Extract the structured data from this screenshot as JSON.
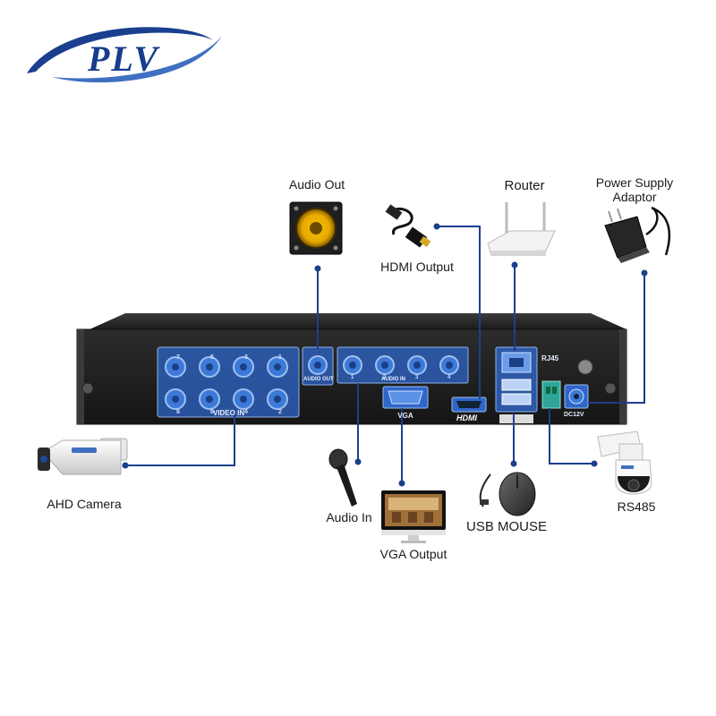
{
  "logo": {
    "text": "PLV"
  },
  "labels": {
    "audio_out": "Audio Out",
    "hdmi_output": "HDMI Output",
    "router": "Router",
    "power_supply_line1": "Power Supply",
    "power_supply_line2": "Adaptor",
    "ahd_camera": "AHD Camera",
    "audio_in": "Audio In",
    "vga_output": "VGA Output",
    "usb_mouse": "USB MOUSE",
    "rs485": "RS485"
  },
  "panel": {
    "video_in": "VIDEO IN",
    "audio_out": "AUDIO OUT",
    "audio_in": "AUDIO IN",
    "vga": "VGA",
    "hdmi": "HDMI",
    "rj45": "RJ45",
    "dc12v": "DC12V",
    "video_numbers_top": [
      "7",
      "5",
      "3",
      "1"
    ],
    "video_numbers_bottom": [
      "8",
      "6",
      "4",
      "2"
    ],
    "audio_numbers": [
      "1",
      "2",
      "3",
      "4"
    ]
  },
  "colors": {
    "accent": "#1d4a9a",
    "line": "#1c3f8c",
    "logo": "#173d8c"
  }
}
